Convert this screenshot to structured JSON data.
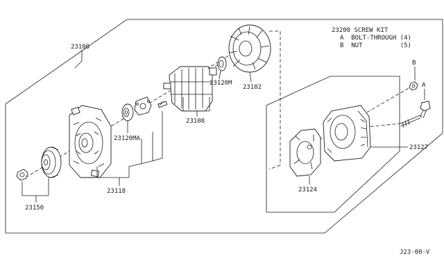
{
  "screw_kit": {
    "title": "23200 SCREW KIT",
    "line_a": "A  BOLT-THROUGH (4)",
    "line_b": "B  NUT          (5)"
  },
  "parts": {
    "p23100": "23100",
    "p23102": "23102",
    "p23120m": "23120M",
    "p23108": "23108",
    "p23120ma": "23120MA",
    "p23118": "23118",
    "p23150": "23150",
    "p23124": "23124",
    "p23127": "23127"
  },
  "callouts": {
    "a": "A",
    "b": "B"
  },
  "diagram_code": "J23·00·V"
}
